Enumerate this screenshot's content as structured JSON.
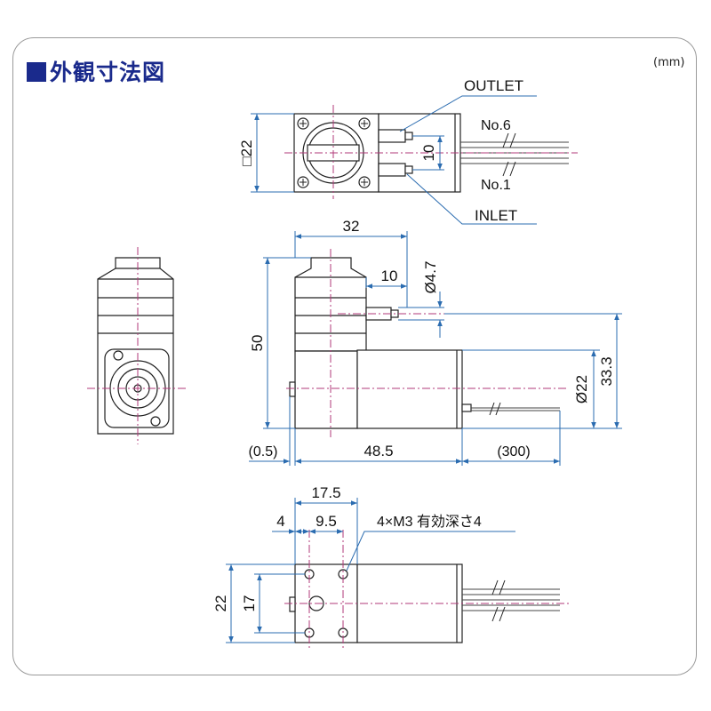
{
  "title": "外観寸法図",
  "unit": "(mm)",
  "colors": {
    "title": "#1a2a8c",
    "dimension": "#2b6cb0",
    "centerline": "#b03a7a",
    "outline": "#222222"
  },
  "top_view": {
    "square_label": "□22",
    "port_spacing": "10",
    "outlet_label": "OUTLET",
    "inlet_label": "INLET",
    "no6_label": "No.6",
    "no1_label": "No.1"
  },
  "front_view": {
    "width_top": "32",
    "port_offset": "10",
    "port_diameter": "Ø4.7",
    "height": "50",
    "motor_diameter": "Ø22",
    "axis_height": "33.3",
    "gap": "(0.5)",
    "body_length": "48.5",
    "wire_length": "(300)"
  },
  "bottom_view": {
    "hole_span": "17.5",
    "edge_offset": "4",
    "hole_pitch": "9.5",
    "thread_note": "4×M3 有効深さ4",
    "overall_width": "22",
    "hole_spacing": "17"
  }
}
